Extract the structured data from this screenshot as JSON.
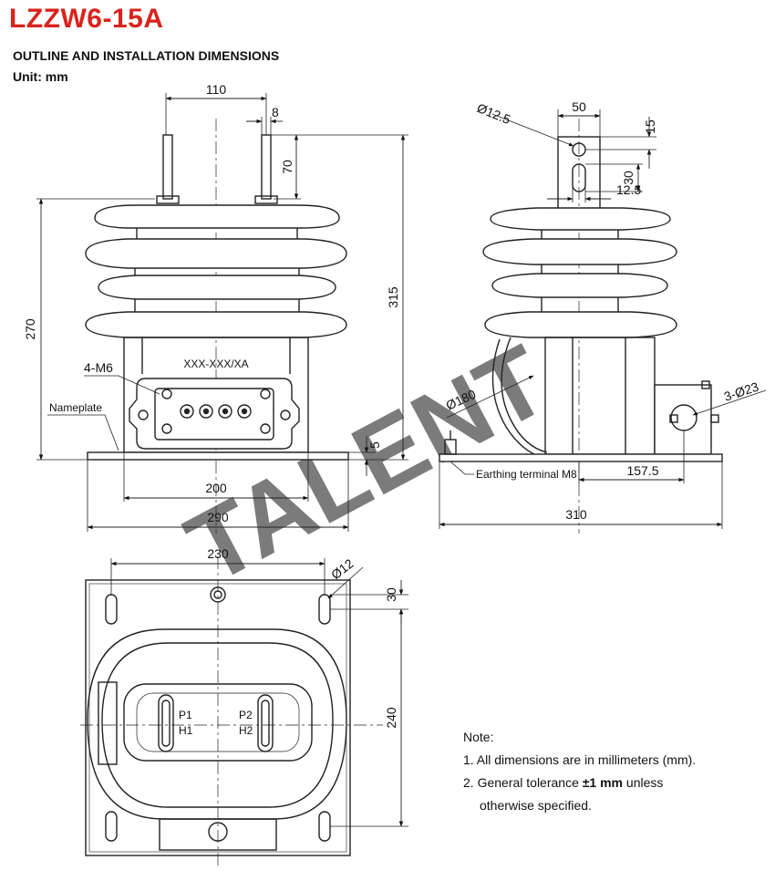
{
  "header": {
    "title": "LZZW6-15A",
    "subtitle": "OUTLINE AND INSTALLATION DIMENSIONS",
    "unit": "Unit: mm"
  },
  "watermark": {
    "text": "TALENT",
    "color": "#f2b8b8"
  },
  "front_view": {
    "dims": {
      "terminal_spacing": "110",
      "terminal_width": "8",
      "terminal_height": "70",
      "total_height": "315",
      "body_height": "270",
      "base_thickness": "5",
      "mount_width": "200",
      "base_width": "290"
    },
    "labels": {
      "thread": "4-M6",
      "nameplate_code": "XXX-XXX/XA",
      "nameplate": "Nameplate"
    }
  },
  "side_view": {
    "dims": {
      "hole_diameter": "Ø12.5",
      "terminal_width": "50",
      "hole_offset": "15",
      "slot_length": "30",
      "slot_width": "12.5",
      "insulator_diameter": "Ø180",
      "box_holes": "3-Ø23",
      "box_offset": "157.5",
      "base_width": "310"
    },
    "labels": {
      "earthing": "Earthing terminal M8"
    }
  },
  "bottom_view": {
    "dims": {
      "hole_spacing": "230",
      "hole_diameter": "Ø12",
      "slot_length": "30",
      "hole_spacing_v": "240"
    },
    "labels": {
      "p1": "P1",
      "h1": "H1",
      "p2": "P2",
      "h2": "H2"
    }
  },
  "notes": {
    "heading": "Note:",
    "item1": "1. All dimensions are in millimeters (mm).",
    "item2_pre": "2. General tolerance ",
    "item2_bold": "±1 mm",
    "item2_post": " unless",
    "item2_cont": "otherwise specified."
  }
}
